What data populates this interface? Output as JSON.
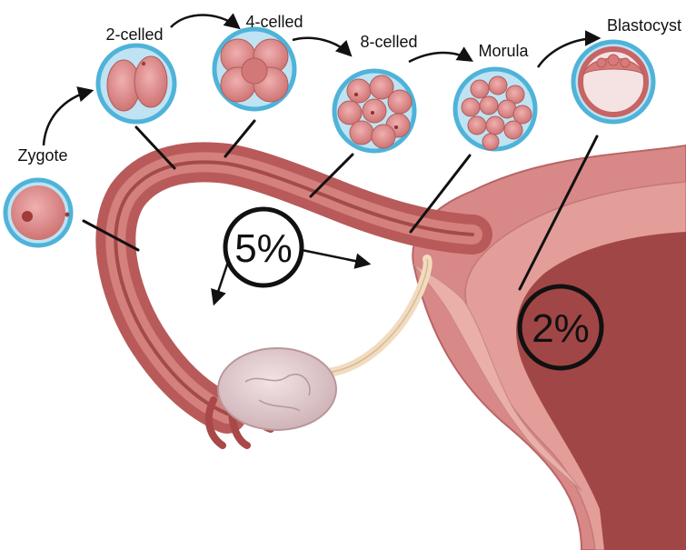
{
  "stages": {
    "zygote": "Zygote",
    "two_celled": "2-celled",
    "four_celled": "4-celled",
    "eight_celled": "8-celled",
    "morula": "Morula",
    "blastocyst": "Blastocyst"
  },
  "percentages": {
    "tube": "5%",
    "uterus": "2%"
  },
  "colors": {
    "cell_ring": "#4fb3d9",
    "cell_fill": "#d98686",
    "tube": "#b85a5a",
    "uterus_wall": "#c96e6e",
    "uterus_cavity": "#9c3f3f",
    "ovary": "#e2c9cc",
    "ligament": "#f1dcc0"
  }
}
